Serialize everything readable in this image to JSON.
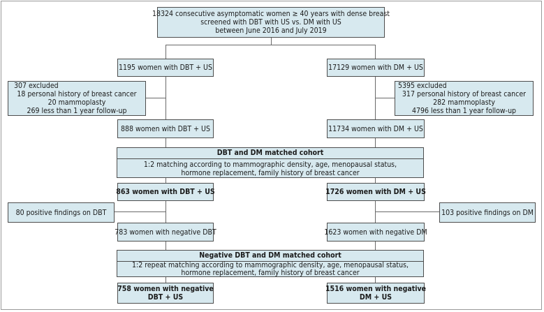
{
  "top": {
    "lines": [
      "18324 consecutive asymptomatic women ≥ 40 years with dense breast",
      "screened with DBT with US vs. DM with US",
      "between June 2016 and July 2019"
    ]
  },
  "dbt_initial": "1195 women with DBT + US",
  "dm_initial": "17129 women with DM + US",
  "dbt_excluded": {
    "title": "307 excluded",
    "lines": [
      "18 personal history of breast cancer",
      "20 mammoplasty",
      "269 less than 1 year follow-up"
    ]
  },
  "dm_excluded": {
    "title": "5395 excluded",
    "lines": [
      "317 personal history of breast cancer",
      "282 mammoplasty",
      "4796 less than 1 year follow-up"
    ]
  },
  "dbt_after_exclusion": "888 women with DBT + US",
  "dm_after_exclusion": "11734 women with DM + US",
  "matched_cohort": {
    "title": "DBT and DM matched cohort",
    "lines": [
      "1:2 matching according to mammographic density, age, menopausal status,",
      "hormone replacement, family history of breast cancer"
    ]
  },
  "dbt_matched": "863 women with DBT + US",
  "dm_matched": "1726 women with DM + US",
  "dbt_positive": "80 positive findings on DBT",
  "dm_positive": "103 positive findings on DM",
  "dbt_negative": "783 women with negative DBT",
  "dm_negative": "1623 women with negative DM",
  "negative_cohort": {
    "title": "Negative DBT and DM matched cohort",
    "lines": [
      "1:2 repeat matching according to mammographic density, age, menopausal status,",
      "hormone replacement, family history of breast cancer"
    ]
  },
  "dbt_final": {
    "lines": [
      "758 women with negative",
      "DBT + US"
    ]
  },
  "dm_final": {
    "lines": [
      "1516 women with negative",
      "DM + US"
    ]
  }
}
